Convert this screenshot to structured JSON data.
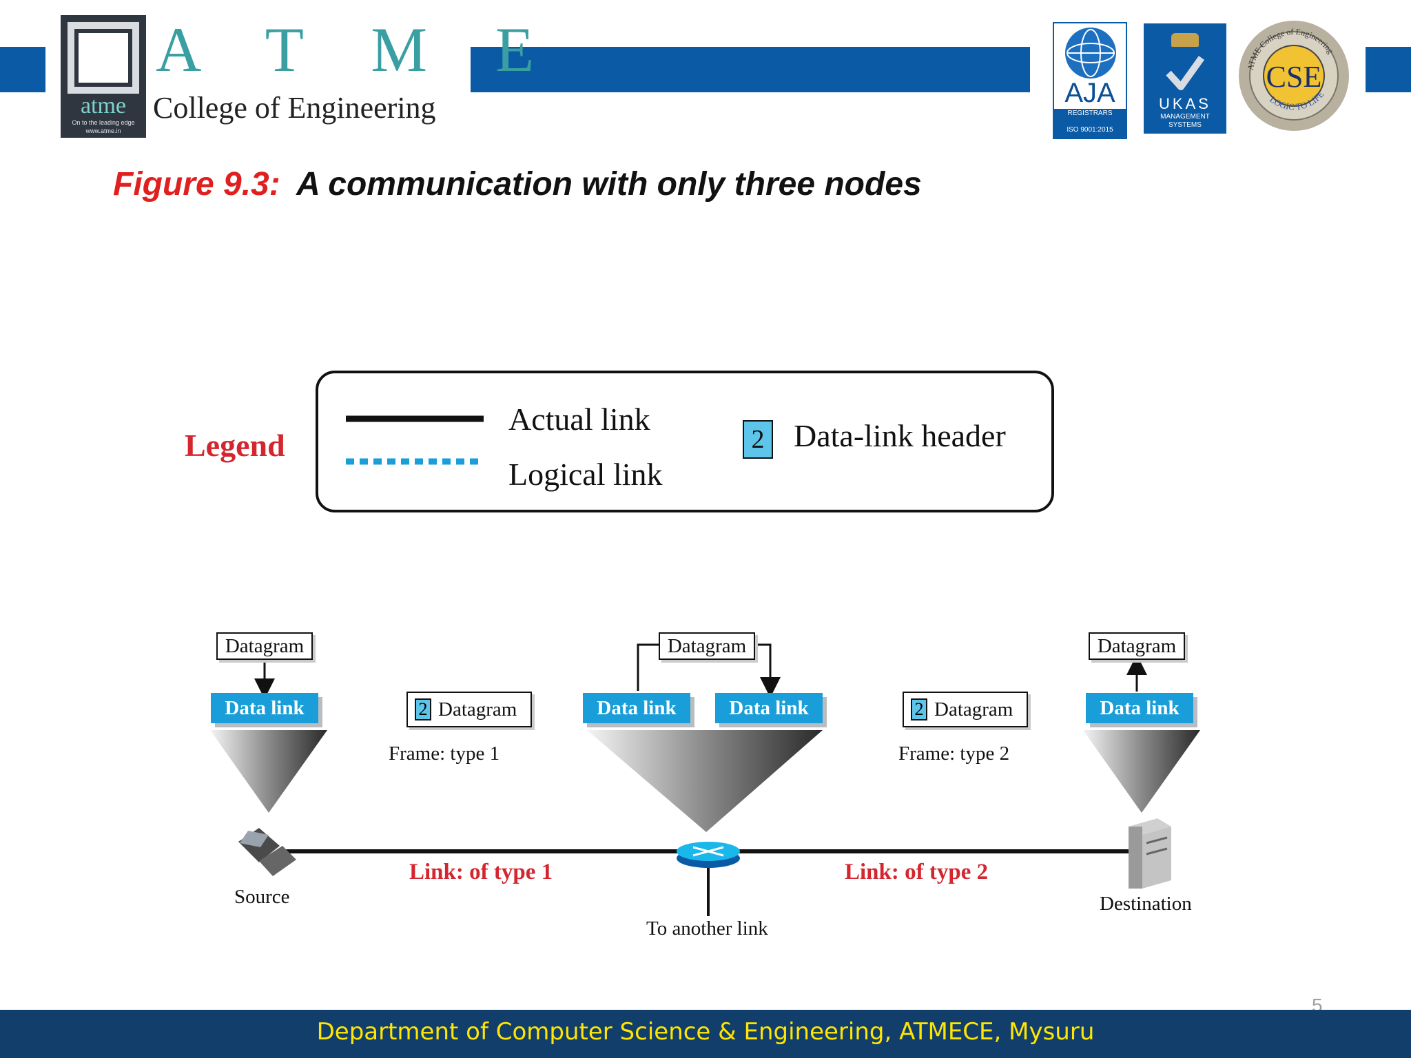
{
  "header": {
    "logo_word": "atme",
    "logo_tagline": "On to the leading edge",
    "logo_url_text": "www.atme.in",
    "brand_letters": "A T M E",
    "college_name": "College of Engineering",
    "badges": {
      "aja_word": "AJA",
      "aja_sub": "REGISTRARS",
      "aja_iso": "ISO 9001:2015",
      "ukas_word": "UKAS",
      "ukas_sub": "MANAGEMENT SYSTEMS",
      "cse_word": "CSE",
      "cse_ring_top": "ATME College of Engineering",
      "cse_ring_bottom": "LOGIC TO LIFE"
    }
  },
  "figure": {
    "number": "Figure 9.3:",
    "caption": "A communication with only three nodes"
  },
  "legend": {
    "title": "Legend",
    "actual_link": "Actual link",
    "logical_link": "Logical link",
    "header_number": "2",
    "header_label": "Data-link header"
  },
  "diagram": {
    "datagram": "Datagram",
    "data_link": "Data link",
    "frame1_num": "2",
    "frame1_text": "Datagram",
    "frame1_caption": "Frame: type 1",
    "frame2_num": "2",
    "frame2_text": "Datagram",
    "frame2_caption": "Frame: type 2",
    "source": "Source",
    "destination": "Destination",
    "link1": "Link: of type 1",
    "link2": "Link: of type 2",
    "another_link": "To another link"
  },
  "footer": {
    "text": "Department of Computer Science & Engineering, ATMECE, Mysuru",
    "page": "5"
  },
  "colors": {
    "brand_blue": "#0b5aa6",
    "footer_navy": "#123e6c",
    "footer_text": "#ffe600",
    "accent_red": "#e0201f",
    "data_link_blue": "#1a9ed9",
    "header_cyan": "#5ec5ea"
  }
}
